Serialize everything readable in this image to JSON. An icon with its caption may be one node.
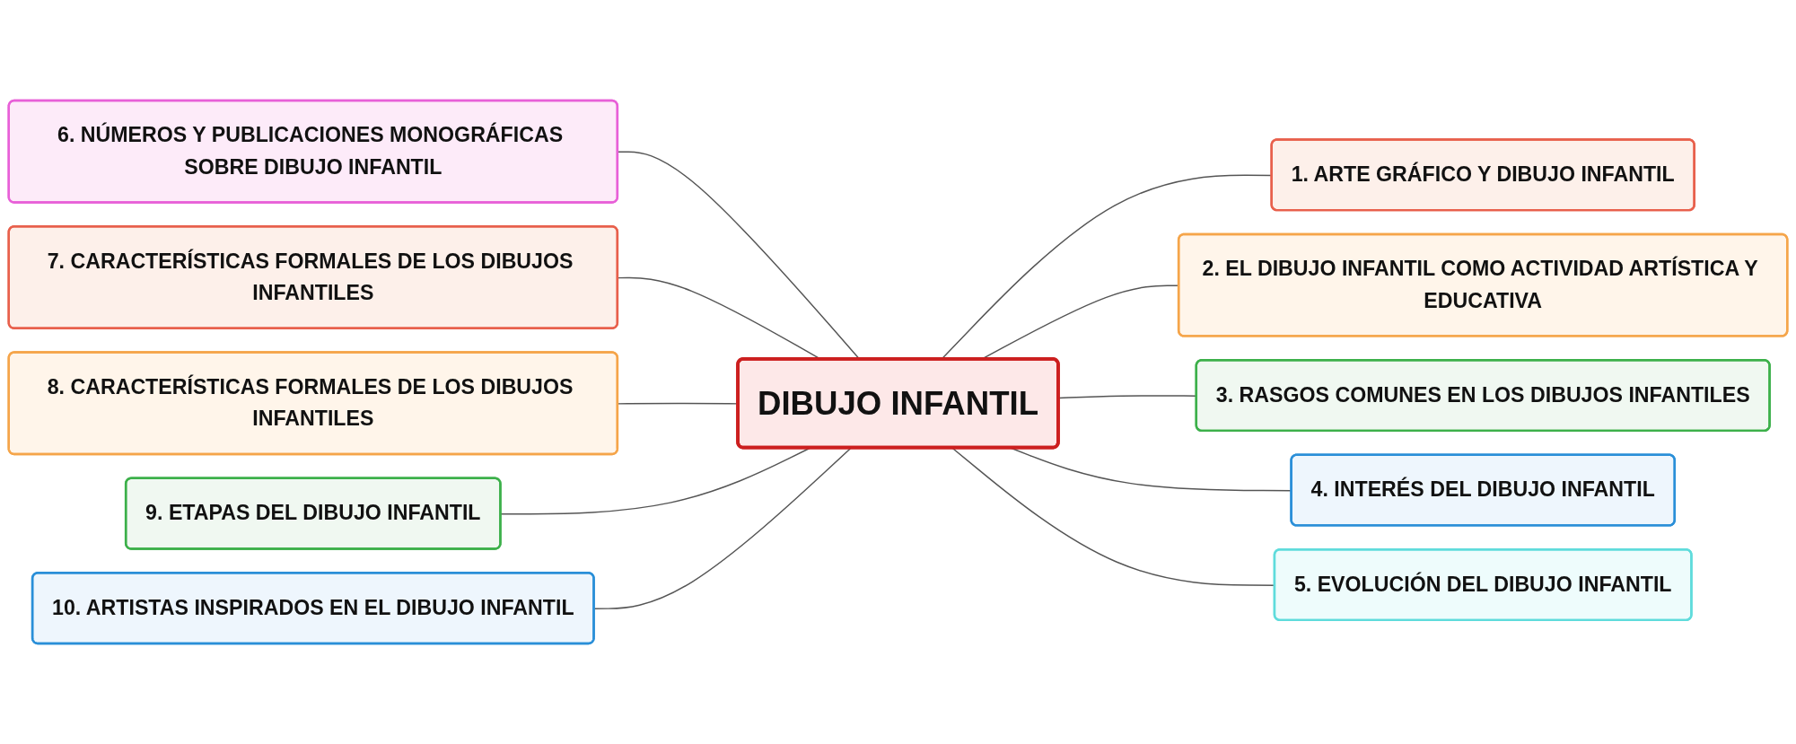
{
  "diagram": {
    "nodes": [
      {
        "text": [
          "DIBUJO INFANTIL"
        ]
      },
      {
        "text": [
          "1. ARTE GRÁFICO Y DIBUJO INFANTIL"
        ]
      },
      {
        "text": [
          "2. EL DIBUJO INFANTIL COMO ACTIVIDAD ARTÍSTICA Y EDUCATIVA"
        ]
      },
      {
        "text": [
          "3. RASGOS COMUNES EN LOS DIBUJOS INFANTILES"
        ]
      },
      {
        "text": [
          "4. INTERÉS DEL DIBUJO INFANTIL"
        ]
      },
      {
        "text": [
          "5. EVOLUCIÓN DEL DIBUJO INFANTIL"
        ]
      },
      {
        "text": [
          "6. NÚMEROS Y PUBLICACIONES MONOGRÁFICAS SOBRE DIBUJO INFANTIL"
        ]
      },
      {
        "text": [
          "7. CARACTERÍSTICAS FORMALES DE LOS DIBUJOS INFANTILES"
        ]
      },
      {
        "text": [
          "8. CARACTERÍSTICAS FORMALES DE LOS DIBUJOS INFANTILES"
        ]
      },
      {
        "text": [
          "9. ETAPAS DEL DIBUJO INFANTIL"
        ]
      },
      {
        "text": [
          "10. ARTISTAS INSPIRADOS EN EL DIBUJO INFANTIL"
        ]
      }
    ],
    "edges": [
      {
        "from": 0,
        "to": 1,
        "arrow": "none"
      },
      {
        "from": 0,
        "to": 2,
        "arrow": "none"
      },
      {
        "from": 0,
        "to": 3,
        "arrow": "none"
      },
      {
        "from": 0,
        "to": 4,
        "arrow": "none"
      },
      {
        "from": 0,
        "to": 5,
        "arrow": "none"
      },
      {
        "from": 6,
        "to": 0,
        "arrow": "none"
      },
      {
        "from": 7,
        "to": 0,
        "arrow": "none"
      },
      {
        "from": 8,
        "to": 0,
        "arrow": "none"
      },
      {
        "from": 9,
        "to": 0,
        "arrow": "none"
      },
      {
        "from": 10,
        "to": 0,
        "arrow": "none"
      }
    ]
  }
}
